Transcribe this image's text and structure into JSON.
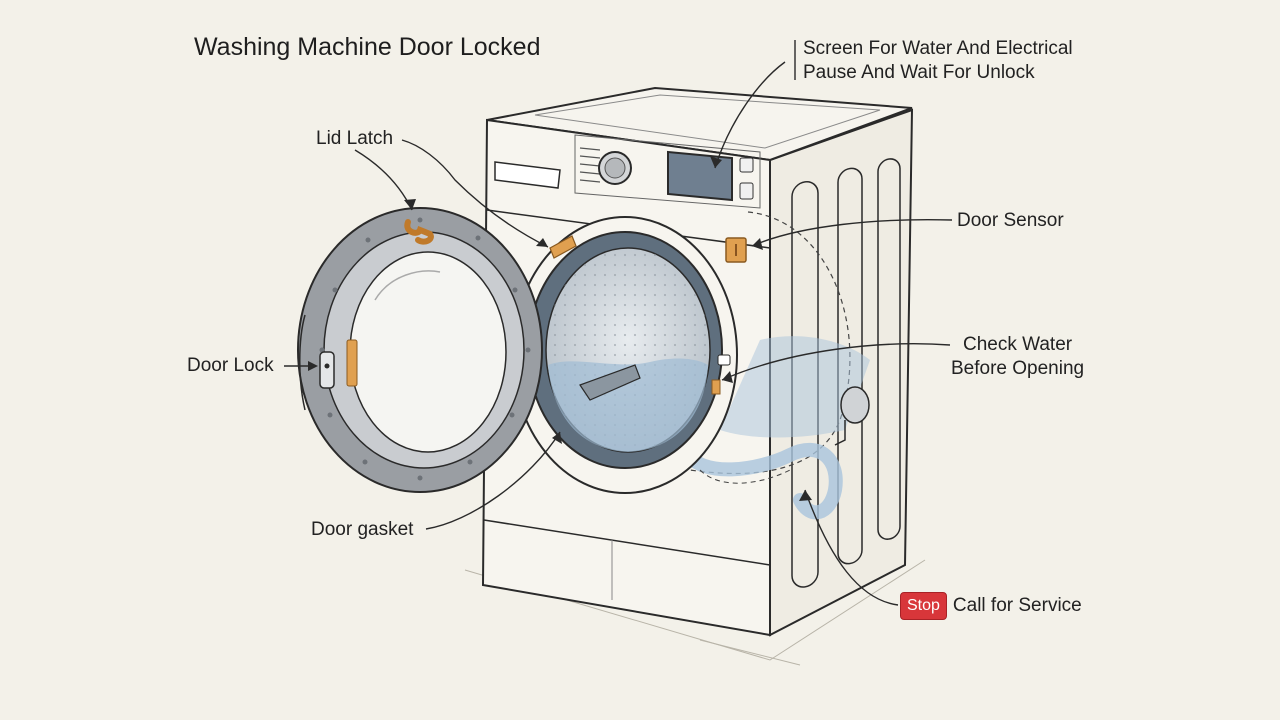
{
  "title": "Washing Machine Door Locked",
  "callouts": {
    "screen_line1": "Screen For Water And Electrical",
    "screen_line2": "Pause And Wait For Unlock",
    "lid_latch": "Lid Latch",
    "door_sensor": "Door Sensor",
    "door_lock": "Door Lock",
    "check_water_line1": "Check Water",
    "check_water_line2": "Before Opening",
    "door_gasket": "Door gasket",
    "stop_badge": "Stop",
    "call_service": "Call for Service"
  },
  "colors": {
    "background": "#f3f1e9",
    "line": "#2a2a2a",
    "orange_part": "#e0a050",
    "water": "#a9c4dc",
    "stop_red": "#d8363a",
    "door_gray": "#9a9ea3"
  }
}
